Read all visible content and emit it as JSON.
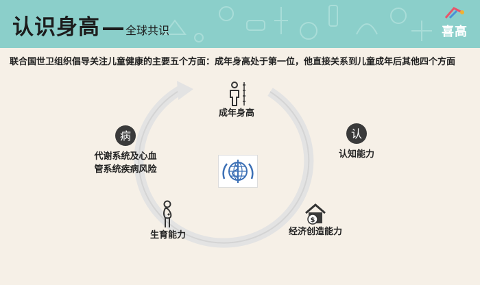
{
  "header": {
    "title": "认识身高",
    "subtitle": "全球共识",
    "logo_text": "喜高"
  },
  "intro_text": "联合国世卫组织倡导关注儿童健康的主要五个方面：成年身高处于第一位，他直接关系到儿童成年后其他四个方面",
  "cycle": {
    "adult_height": "成年身高",
    "cognitive": "认知能力",
    "cognitive_icon": "认",
    "economic": "经济创造能力",
    "reproductive": "生育能力",
    "metabolic_line1": "代谢系统及心血",
    "metabolic_line2": "管系统疾病风险",
    "metabolic_icon": "病"
  },
  "colors": {
    "header_bg": "#8bcfca",
    "page_bg": "#f6f0e7",
    "ring": "#e3e3e3",
    "icon_dark": "#3a3a3a",
    "who_blue": "#3b6fb5"
  },
  "icons": [
    "person-height-icon",
    "cognition-icon",
    "house-money-icon",
    "pregnant-woman-icon",
    "disease-icon",
    "who-emblem-icon"
  ]
}
